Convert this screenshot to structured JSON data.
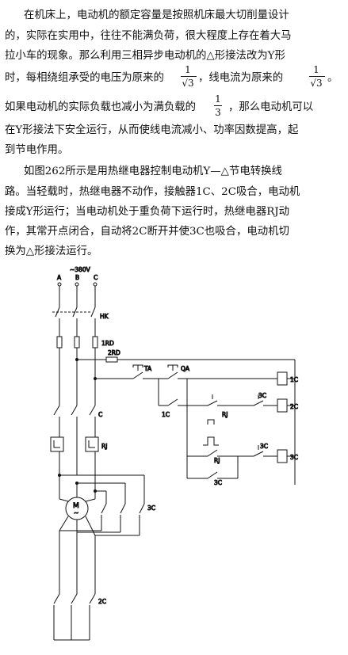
{
  "paragraph1": {
    "line1": "在机床上，电动机的额定容量是按照机床最大切削量设计",
    "line2": "的，实际在实用中，往往不能满负荷，很大程度上存在着大马",
    "line3": "拉小车的现象。那么利用三相异步电动机的△形接法改为Y形",
    "line4a": "时，每相绕组承受的电压为原来的",
    "line4b": "，线电流为原来的",
    "line4c": "。",
    "frac_one": "1",
    "frac_sqrt3": "√3",
    "line5a": "如果电动机的实际负载也减小为满负载的",
    "frac_three": "3",
    "line5b": "，那么电动机可以",
    "line6": "在Y形接法下安全运行，从而使线电流减小、功率因数提高，起",
    "line7": "到节电作用。"
  },
  "paragraph2": {
    "line1": "如图262所示是用热继电器控制电动机Y—△节电转换线",
    "line2": "路。当轻载时，热继电器不动作，接触器1C、2C吸合，电动机",
    "line3": "接成Y形运行；当电动机处于重负荷下运行时，热继电器RJ动",
    "line4": "作，其常开点闭合，自动将2C断开并使3C也吸合，电动机切",
    "line5": "换为△形接法运行。"
  },
  "diagram": {
    "supply": "~380V",
    "phase_a": "A",
    "phase_b": "B",
    "phase_c": "C",
    "hk": "HK",
    "fuse1": "1RD",
    "fuse2": "2RD",
    "main_contact": "C",
    "relay_rj": "RJ",
    "motor_m": "M",
    "motor_tilde": "~",
    "contact_3c": "3C",
    "contact_2c": "2C",
    "button_ta": "TA",
    "button_qa": "QA",
    "coil_1c": "1C",
    "coil_2c": "2C",
    "coil_3c": "3C",
    "ctrl_1c": "1C",
    "ctrl_rj": "RJ",
    "ctrl_3c_a": "3C",
    "ctrl_rj2": "RJ",
    "ctrl_3c_b": "3C",
    "ctrl_3c_c": "3C"
  }
}
